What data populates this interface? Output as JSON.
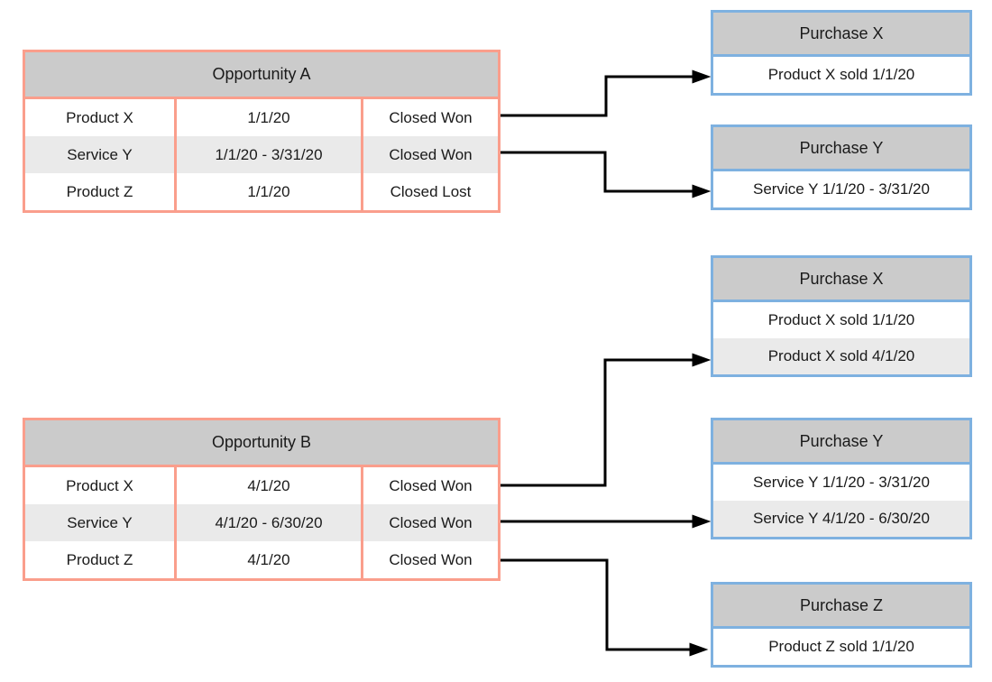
{
  "colors": {
    "table_border": "#fa9e8c",
    "purchase_border": "#7eb1e0",
    "header_fill": "#cbcbcb",
    "alt_row_fill": "#eaeaea",
    "arrow": "#000000"
  },
  "opportunity_a": {
    "title": "Opportunity A",
    "rows": [
      {
        "product": "Product X",
        "date": "1/1/20",
        "status": "Closed Won"
      },
      {
        "product": "Service Y",
        "date": "1/1/20 - 3/31/20",
        "status": "Closed Won"
      },
      {
        "product": "Product Z",
        "date": "1/1/20",
        "status": "Closed Lost"
      }
    ]
  },
  "opportunity_b": {
    "title": "Opportunity B",
    "rows": [
      {
        "product": "Product X",
        "date": "4/1/20",
        "status": "Closed Won"
      },
      {
        "product": "Service Y",
        "date": "4/1/20 - 6/30/20",
        "status": "Closed Won"
      },
      {
        "product": "Product Z",
        "date": "4/1/20",
        "status": "Closed Won"
      }
    ]
  },
  "purchases": [
    {
      "title": "Purchase X",
      "rows": [
        "Product X sold 1/1/20"
      ]
    },
    {
      "title": "Purchase Y",
      "rows": [
        "Service Y 1/1/20 - 3/31/20"
      ]
    },
    {
      "title": "Purchase X",
      "rows": [
        "Product X sold 1/1/20",
        "Product X sold 4/1/20"
      ]
    },
    {
      "title": "Purchase Y",
      "rows": [
        "Service Y 1/1/20 - 3/31/20",
        "Service Y 4/1/20 - 6/30/20"
      ]
    },
    {
      "title": "Purchase Z",
      "rows": [
        "Product Z sold 1/1/20"
      ]
    }
  ],
  "connections": [
    {
      "from": "Opportunity A / Product X Closed Won",
      "to": "Purchase X (top): Product X sold 1/1/20"
    },
    {
      "from": "Opportunity A / Service Y Closed Won",
      "to": "Purchase Y (top): Service Y 1/1/20 - 3/31/20"
    },
    {
      "from": "Opportunity B / Product X Closed Won",
      "to": "Purchase X (middle): Product X sold 4/1/20"
    },
    {
      "from": "Opportunity B / Service Y Closed Won",
      "to": "Purchase Y (bottom): Service Y 4/1/20 - 6/30/20"
    },
    {
      "from": "Opportunity B / Product Z Closed Won",
      "to": "Purchase Z: Product Z sold 1/1/20"
    }
  ]
}
